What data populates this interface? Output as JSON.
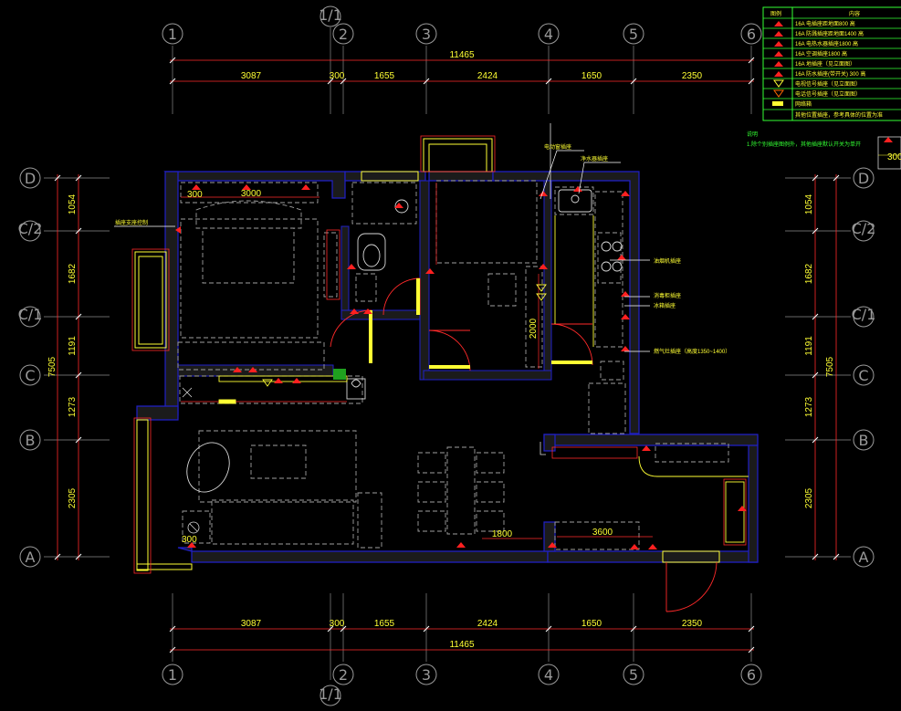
{
  "drawing": {
    "dims_horizontal": [
      "3087",
      "300",
      "1655",
      "2424",
      "1650",
      "2350"
    ],
    "dim_total_horizontal": "11465",
    "dims_vertical": [
      "1054",
      "1682",
      "1191",
      "1273",
      "2305"
    ],
    "dim_total_vertical": "7505",
    "grid_columns": [
      "1",
      "1/1",
      "2",
      "3",
      "4",
      "5",
      "6"
    ],
    "grid_rows": [
      "D",
      "C/2",
      "C/1",
      "C",
      "B",
      "A"
    ],
    "room_dims": [
      "300",
      "3000",
      "1800",
      "3600",
      "2000",
      "300"
    ]
  },
  "legend": {
    "header_left": "图例",
    "header_right": "内容",
    "rows": [
      "16A 电插座距地面800 高",
      "16A 防溅插座距地面1400 高",
      "16A 电热水器插座1800 高",
      "16A 空调插座1800 高",
      "16A 地插座（见立面图）",
      "16A 防水插座(带开关) 300 高",
      "电视信号插座（见立面图）",
      "电话信号插座（见立面图）",
      "网络箱",
      "其他位置插座，参考具体的位置为准"
    ],
    "note_title": "说明",
    "note_text": "1.除个别插座图例外，其他插座默认开关为单开"
  },
  "callouts": {
    "left_top": "插座支座控制",
    "kitchen_top": "电动窗插座",
    "kitchen_top2": "净水器插座",
    "kitchen_1": "油烟机插座",
    "kitchen_2": "消毒柜插座",
    "kitchen_3": "冰箱插座",
    "kitchen_4": "燃气灶插座（高度1350~1400）"
  }
}
